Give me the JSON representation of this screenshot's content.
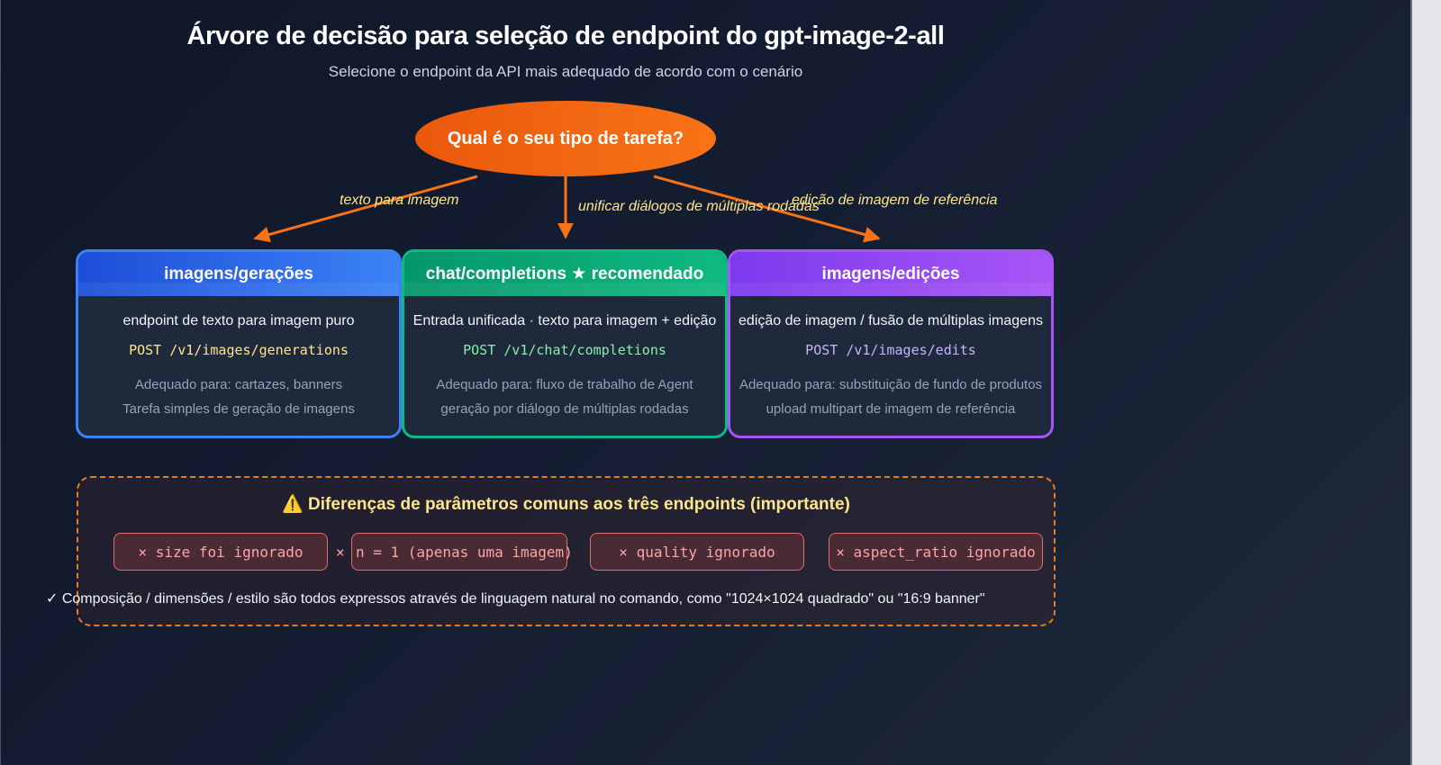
{
  "header": {
    "title": "Árvore de decisão para seleção de endpoint do gpt-image-2-all",
    "subtitle": "Selecione o endpoint da API mais adequado de acordo com o cenário"
  },
  "root_node": {
    "label": "Qual é o seu tipo de tarefa?",
    "color": "#f97316"
  },
  "edges": [
    {
      "label": "texto para imagem",
      "target": "imagens/gerações"
    },
    {
      "label": "unificar diálogos de múltiplas rodadas",
      "target": "chat/completions"
    },
    {
      "label": "edição de imagem de referência",
      "target": "imagens/edições"
    }
  ],
  "cards": [
    {
      "title": "imagens/gerações",
      "description": "endpoint de texto para imagem puro",
      "endpoint": "POST /v1/images/generations",
      "note_1": "Adequado para: cartazes, banners",
      "note_2": "Tarefa simples de geração de imagens",
      "accent": "#3b82f6",
      "code_color": "#fde68a"
    },
    {
      "title": "chat/completions ★ recomendado",
      "description": "Entrada unificada · texto para imagem + edição",
      "endpoint": "POST /v1/chat/completions",
      "note_1": "Adequado para: fluxo de trabalho de Agent",
      "note_2": "geração por diálogo de múltiplas rodadas",
      "accent": "#10b981",
      "code_color": "#86efac"
    },
    {
      "title": "imagens/edições",
      "description": "edição de imagem / fusão de múltiplas imagens",
      "endpoint": "POST /v1/images/edits",
      "note_1": "Adequado para: substituição de fundo de produtos",
      "note_2": "upload multipart de imagem de referência",
      "accent": "#a855f7",
      "code_color": "#c4b5fd"
    }
  ],
  "warning": {
    "icon": "warning-icon",
    "title": "⚠️ Diferenças de parâmetros comuns aos três endpoints (importante)",
    "chips": [
      "× size foi ignorado",
      "n = 1 (apenas uma imagem)",
      "× quality ignorado",
      "× aspect_ratio ignorado"
    ],
    "separator": "×",
    "footnote": "✓ Composição / dimensões / estilo são todos expressos através de linguagem natural no comando, como \"1024×1024 quadrado\" ou \"16:9 banner\""
  }
}
